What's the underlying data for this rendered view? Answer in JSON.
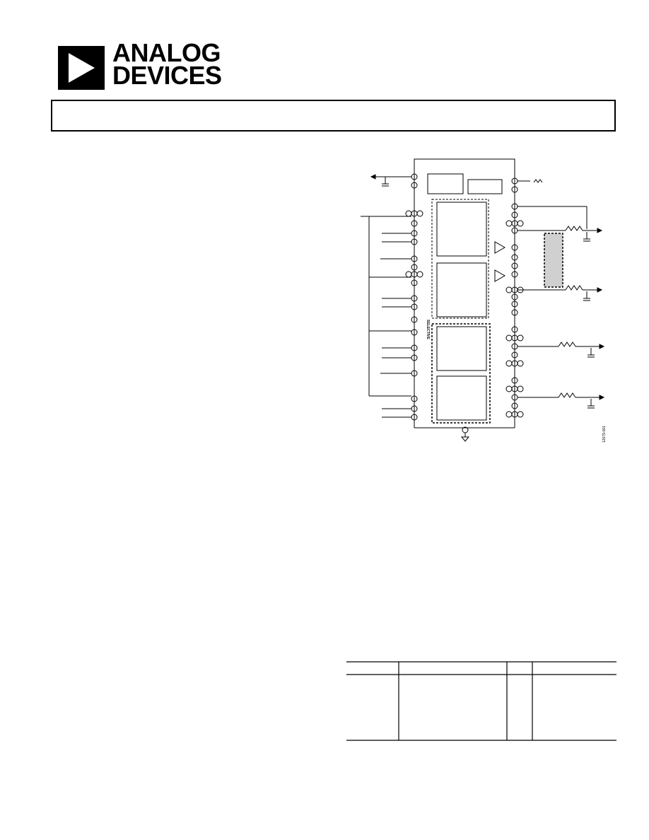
{
  "header": {
    "brand_line1": "ANALOG",
    "brand_line2": "DEVICES",
    "logo_icon": "triangle-logo-icon"
  },
  "diagram": {
    "label_selective": "SELECTIVE",
    "figure_id": "12679-001"
  }
}
